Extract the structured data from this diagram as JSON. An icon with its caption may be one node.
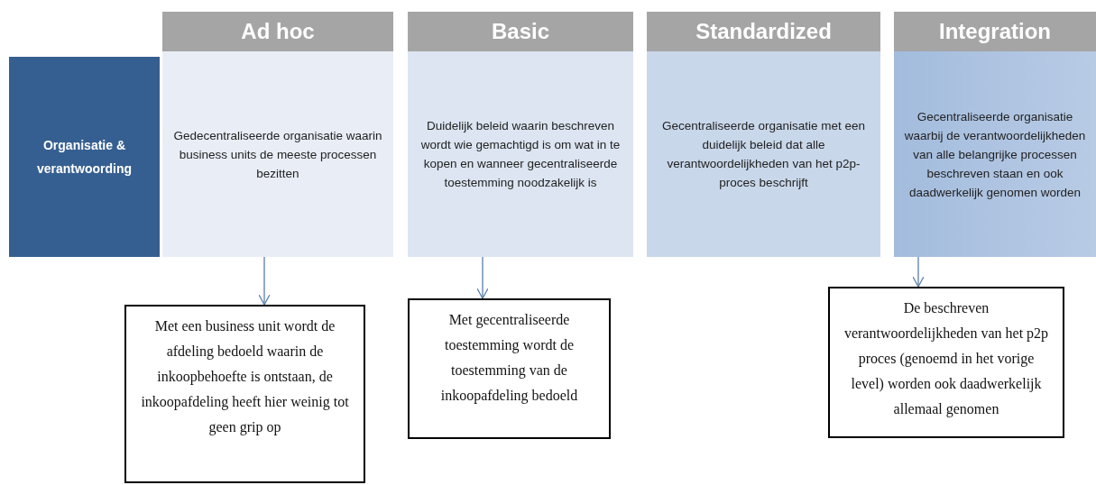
{
  "diagram": {
    "nodes": [
      {
        "text": [
          "Ad hoc"
        ]
      },
      {
        "text": [
          "Basic"
        ]
      },
      {
        "text": [
          "Standardized"
        ]
      },
      {
        "text": [
          "Integration"
        ]
      },
      {
        "text": [
          "Organisatie & verantwoording"
        ]
      },
      {
        "text": [
          "Gedecentraliseerde organisatie waarin business units de meeste processen bezitten"
        ]
      },
      {
        "text": [
          "Duidelijk beleid waarin beschreven wordt wie gemachtigd is om wat in te kopen en wanneer gecentraliseerde toestemming noodzakelijk is"
        ]
      },
      {
        "text": [
          "Gecentraliseerde organisatie met een duidelijk beleid dat alle verantwoordelijkheden van het p2p-proces beschrijft"
        ]
      },
      {
        "text": [
          "Gecentraliseerde organisatie waarbij de verantwoordelijkheden van alle belangrijke processen beschreven staan en ook daadwerkelijk genomen worden"
        ]
      },
      {
        "text": [
          "Met een business unit wordt de afdeling bedoeld waarin de inkoopbehoefte is ontstaan, de inkoopafdeling heeft hier weinig tot geen grip op"
        ]
      },
      {
        "text": [
          "Met gecentraliseerde toestemming wordt de toestemming van de inkoopafdeling bedoeld"
        ]
      },
      {
        "text": [
          "De beschreven verantwoordelijkheden van het p2p proces (genoemd in het vorige level) worden ook daadwerkelijk allemaal genomen"
        ]
      }
    ],
    "edges": [
      {
        "from": 5,
        "to": 9,
        "arrow": "to"
      },
      {
        "from": 6,
        "to": 10,
        "arrow": "to"
      },
      {
        "from": 8,
        "to": 11,
        "arrow": "to"
      }
    ]
  }
}
